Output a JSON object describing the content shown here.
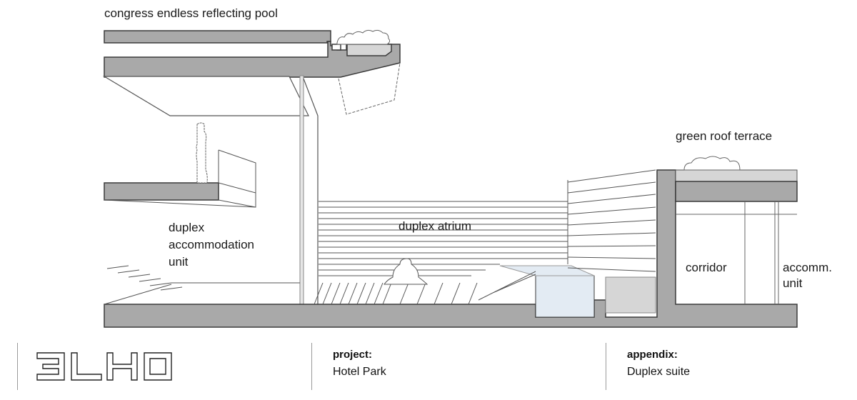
{
  "drawing": {
    "type": "architectural section",
    "labels": {
      "reflecting_pool": "congress endless reflecting pool",
      "green_roof": "green roof terrace",
      "duplex_unit_line1": "duplex",
      "duplex_unit_line2": "accommodation",
      "duplex_unit_line3": "unit",
      "atrium": "duplex atrium",
      "corridor": "corridor",
      "accomm_line1": "accomm.",
      "accomm_line2": "unit"
    },
    "colors": {
      "slab": "#a9a9a9",
      "slab_outline": "#3a3a3a",
      "pool_water": "#e3ebf3",
      "light_fill": "#d6d6d6",
      "line": "#555555"
    }
  },
  "title_block": {
    "logo": "3LHD",
    "project_label": "project:",
    "project_value": "Hotel Park",
    "appendix_label": "appendix:",
    "appendix_value": "Duplex suite"
  }
}
